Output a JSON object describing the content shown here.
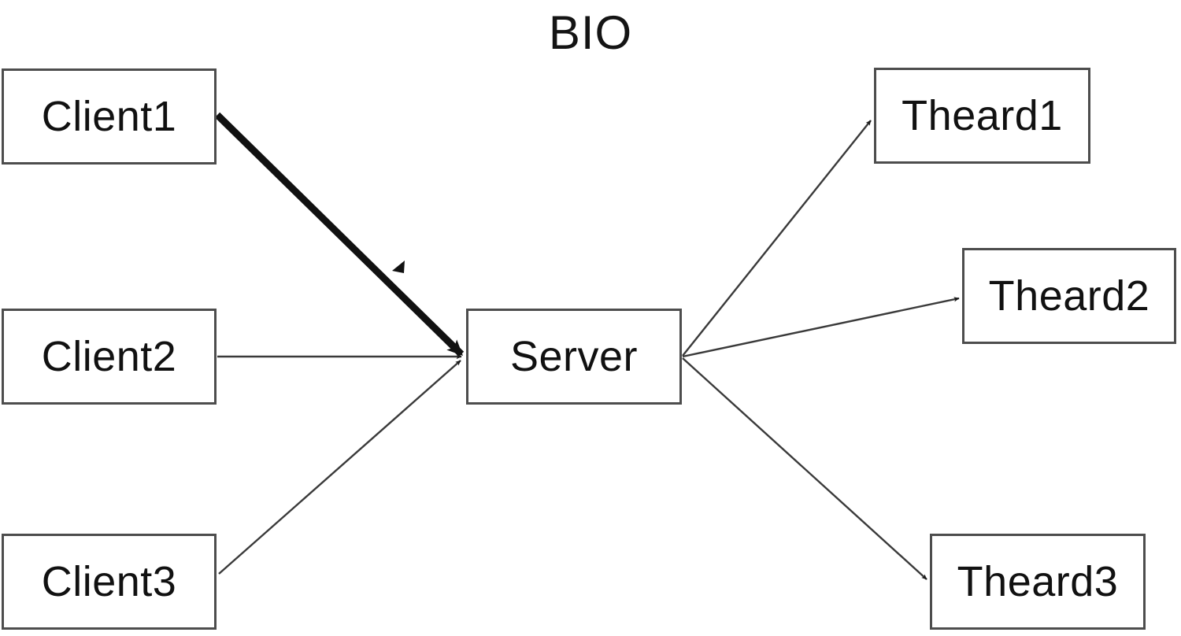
{
  "diagram": {
    "title": "BIO",
    "background_color": "#ffffff",
    "node_border_color": "#4d4d4d",
    "edge_color": "#1a1a1a",
    "text_color": "#141414",
    "nodes": [
      {
        "id": "client1",
        "label": "Client1",
        "icon": "rectangle-node-icon"
      },
      {
        "id": "client2",
        "label": "Client2",
        "icon": "rectangle-node-icon"
      },
      {
        "id": "client3",
        "label": "Client3",
        "icon": "rectangle-node-icon"
      },
      {
        "id": "server",
        "label": "Server",
        "icon": "rectangle-node-icon"
      },
      {
        "id": "theard1",
        "label": "Theard1",
        "icon": "rectangle-node-icon"
      },
      {
        "id": "theard2",
        "label": "Theard2",
        "icon": "rectangle-node-icon"
      },
      {
        "id": "theard3",
        "label": "Theard3",
        "icon": "rectangle-node-icon"
      }
    ],
    "edges": [
      {
        "id": "client1-server",
        "from": "client1",
        "to": "server",
        "style": "thick",
        "arrow": "end",
        "label": ""
      },
      {
        "id": "client2-server",
        "from": "client2",
        "to": "server",
        "style": "thin",
        "arrow": "end",
        "label": ""
      },
      {
        "id": "client3-server",
        "from": "client3",
        "to": "server",
        "style": "thin",
        "arrow": "end",
        "label": ""
      },
      {
        "id": "server-theard1",
        "from": "server",
        "to": "theard1",
        "style": "thin",
        "arrow": "end",
        "label": ""
      },
      {
        "id": "server-theard2",
        "from": "server",
        "to": "theard2",
        "style": "thin",
        "arrow": "end",
        "label": ""
      },
      {
        "id": "server-theard3",
        "from": "server",
        "to": "theard3",
        "style": "thin",
        "arrow": "end",
        "label": ""
      }
    ]
  }
}
